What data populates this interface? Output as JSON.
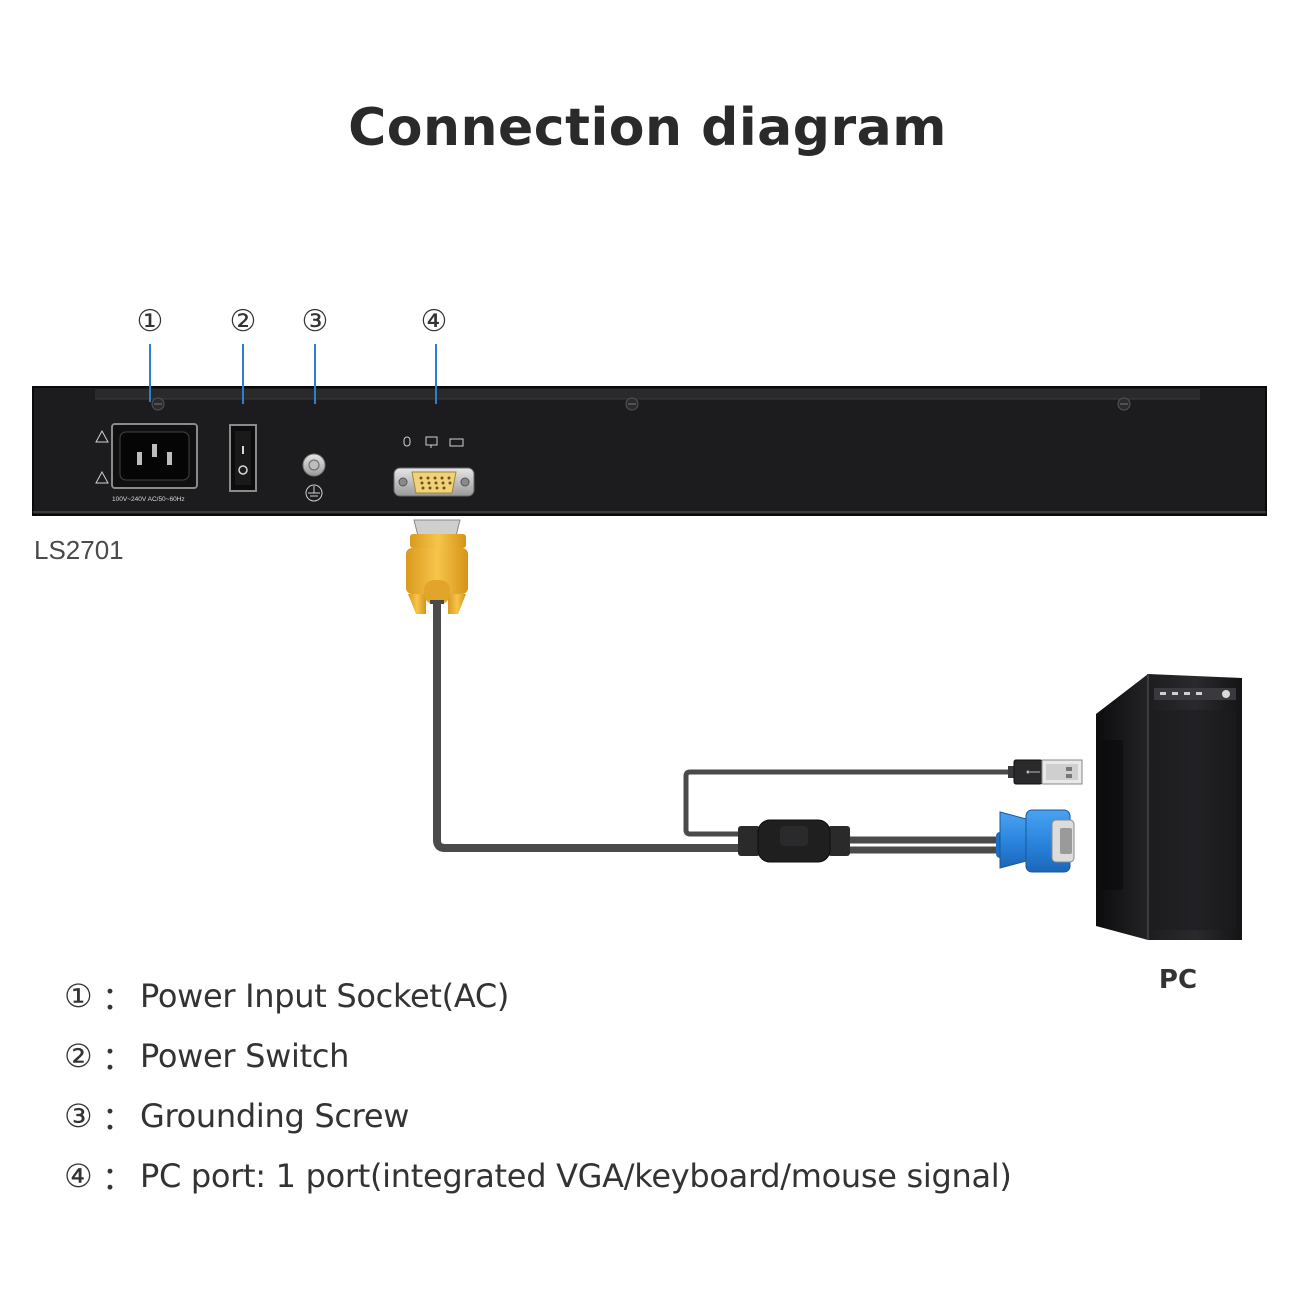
{
  "title": "Connection diagram",
  "device": {
    "model": "LS2701",
    "power_rating": "100V~240V AC/50~60Hz"
  },
  "markers": [
    "①",
    "②",
    "③",
    "④"
  ],
  "pc": {
    "label": "PC"
  },
  "legend": {
    "separator": "：",
    "items": [
      {
        "num": "①",
        "text": "Power Input Socket(AC)"
      },
      {
        "num": "②",
        "text": "Power Switch"
      },
      {
        "num": "③",
        "text": "Grounding Screw"
      },
      {
        "num": "④",
        "text": "PC port: 1 port(integrated VGA/keyboard/mouse signal)"
      }
    ]
  },
  "colors": {
    "device_body": "#1c1c1e",
    "leader_line": "#2f7fd0",
    "cable": "#4a4a4a",
    "vga_connector_device": "#f0b232",
    "vga_connector_pc": "#2d86e0",
    "pc_tower": "#151517"
  }
}
